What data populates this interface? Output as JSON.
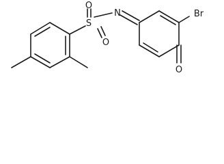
{
  "molecule": {
    "atoms": {
      "sulfur": "S",
      "oxygen_top": "O",
      "oxygen_bottom": "O",
      "nitrogen": "N",
      "bromine": "Br",
      "oxygen_keto": "O"
    }
  }
}
